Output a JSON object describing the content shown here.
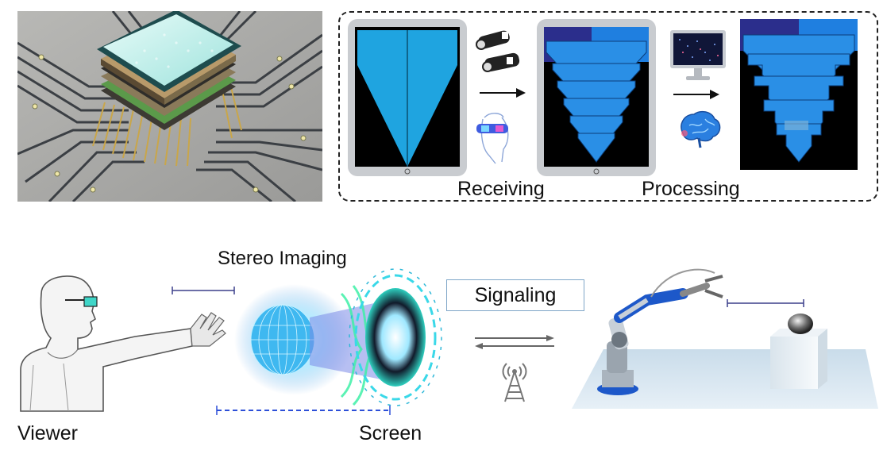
{
  "top": {
    "receiving_label": "Receiving",
    "processing_label": "Processing"
  },
  "bottom": {
    "viewer_label": "Viewer",
    "stereo_label": "Stereo Imaging",
    "screen_label": "Screen",
    "signaling_label": "Signaling"
  },
  "colors": {
    "tablet_blue": "#1fa4e0",
    "pyramid_blue": "#1f7fe0",
    "dashed_blue": "#2d4fd8",
    "signal_box_border": "#7fa6c8",
    "robot_blue": "#1d58c9"
  }
}
